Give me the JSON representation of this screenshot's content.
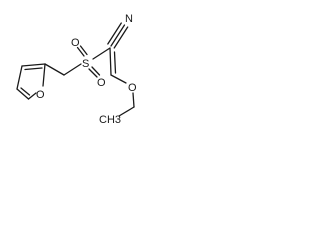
{
  "molecule": {
    "atoms": {
      "nitrile_n": "N",
      "sulfur": "S",
      "sulfonyl_o_left": "O",
      "sulfonyl_o_right": "O",
      "furan_o": "O",
      "ether_o": "O",
      "terminal_label": "CH3"
    }
  }
}
